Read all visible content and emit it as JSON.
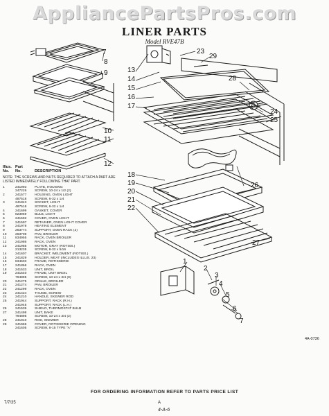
{
  "watermark": "AppliancePartsPros.com",
  "title": "LINER PARTS",
  "model": "Model RVE47B",
  "figure_code": "4A-0736",
  "footer": "FOR ORDERING INFORMATION REFER TO PARTS PRICE LIST",
  "page_code": "7/7/35",
  "page_mark": "A",
  "page_number": "4-A-6",
  "callouts": {
    "1": "1",
    "2": "2",
    "3": "3",
    "4": "4",
    "5": "5",
    "6": "6",
    "7": "7",
    "7b": "7",
    "8": "8",
    "9": "9",
    "10": "10",
    "11": "11",
    "12": "12",
    "13": "13",
    "14": "14",
    "15": "15",
    "16": "16",
    "17": "17",
    "18": "18",
    "19": "19",
    "20": "20",
    "21": "21",
    "22": "22",
    "23": "23",
    "24": "24",
    "25": "25",
    "26": "26",
    "27": "27",
    "28": "28",
    "29": "29"
  },
  "legend": {
    "header": {
      "illus": "Illus.",
      "part": "Part",
      "desc": "",
      "no": "No.",
      "description": "DESCRIPTION"
    },
    "note": "NOTE: THE SCREWS AND NUTS REQUIRED TO ATTACH A PART ARE LISTED IMMEDIATELY FOLLOWING THAT PART.",
    "rows": [
      [
        "1",
        "241993",
        "PLATE, HOUSING"
      ],
      [
        "",
        "247226",
        "SCREW, 10-24 x 1/2 (2)"
      ],
      [
        "2",
        "241577",
        "HOUSING, OVEN LIGHT"
      ],
      [
        "",
        "487518",
        "SCREW, 6-32 x 1/4"
      ],
      [
        "3",
        "241843",
        "SOCKET, LIGHT"
      ],
      [
        "",
        "487518",
        "SCREW, 6-32 x 1/4"
      ],
      [
        "4",
        "241699",
        "GASKET, COVER"
      ],
      [
        "5",
        "823969",
        "BULB, LIGHT"
      ],
      [
        "6",
        "241592",
        "COVER, OVEN LIGHT"
      ],
      [
        "7",
        "241597",
        "RETAINER, OVEN LIGHT COVER"
      ],
      [
        "8",
        "241978",
        "HEATING ELEMENT"
      ],
      [
        "9",
        "263774",
        "SUPPORT, OVEN RACK (2)"
      ],
      [
        "10",
        "263709",
        "PAN, BROILER"
      ],
      [
        "11",
        "834955",
        "RACK, OVEN BROILER"
      ],
      [
        "12",
        "241986",
        "RACK, OVEN"
      ],
      [
        "13",
        "241985",
        "MOTOR, GRAY (ROTISS.)"
      ],
      [
        "",
        "213235",
        "SCREW, 8-32 x 5/16"
      ],
      [
        "14",
        "241607",
        "BRACKET, WELDMENT (ROTISS.)"
      ],
      [
        "15",
        "241829",
        "HOLDER, MEAT (INCLUDES ILLUS. 23)"
      ],
      [
        "16",
        "834603",
        "FRAME, ROTISSERIE"
      ],
      [
        "17",
        "241866",
        "RACK, OVEN"
      ],
      [
        "18",
        "241533",
        "UNIT, BROIL"
      ],
      [
        "19",
        "241540",
        "FRAME, UNIT BROIL"
      ],
      [
        "",
        "794895",
        "SCREW, 10-24 x 3/4 (8)"
      ],
      [
        "20",
        "241275",
        "GRILLE, BROILER"
      ],
      [
        "21",
        "241274",
        "PAN, BROILER"
      ],
      [
        "22",
        "241299",
        "RACK, OVEN"
      ],
      [
        "23",
        "241424",
        "THUMB, SCREW"
      ],
      [
        "24",
        "241210",
        "HANDLE, SKEWER ROD"
      ],
      [
        "25",
        "241944",
        "SUPPORT, RACK (R.H.)"
      ],
      [
        "",
        "241945",
        "SUPPORT, RACK (L.H.)"
      ],
      [
        "26",
        "241539",
        "SHIELD, THERMOSTAT BULB"
      ],
      [
        "27",
        "241498",
        "UNIT, BAKE"
      ],
      [
        "",
        "794895",
        "SCREW, 10-24 x 3/4 (2)"
      ],
      [
        "28",
        "241910",
        "ROD, SKEWER"
      ],
      [
        "29",
        "241969",
        "COVER, ROTISSERIE OPENING"
      ],
      [
        "",
        "241605",
        "SCREW, 8-15 TYPE \"A\""
      ]
    ]
  }
}
